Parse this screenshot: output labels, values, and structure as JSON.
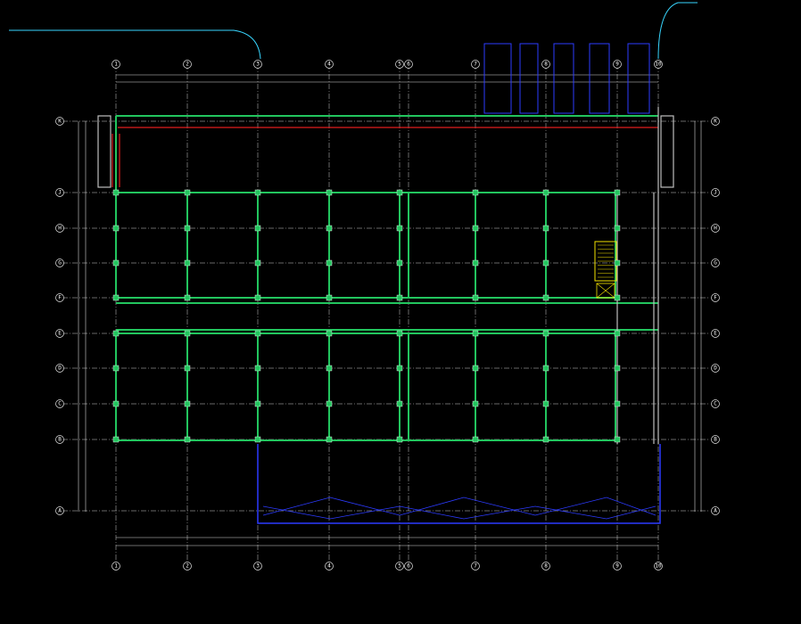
{
  "drawing": {
    "top_note": "",
    "title_block_line1": "",
    "title_block_line2": ""
  },
  "grid": {
    "columns": [
      "1",
      "2",
      "3",
      "4",
      "5",
      "6",
      "7",
      "8",
      "9",
      "10"
    ],
    "rows": [
      "K",
      "J",
      "H",
      "G",
      "F",
      "E",
      "D",
      "C",
      "B",
      "A"
    ]
  },
  "colors": {
    "background": "#000000",
    "wall_green": "#22c55e",
    "wall_red": "#e11d1d",
    "blue_line": "#2c3bff",
    "grid_line": "#e5e5e5",
    "label_magenta": "#ff3fd0",
    "annotation_cyan": "#38d6ff",
    "stair_yellow": "#f5e400"
  },
  "rooms": [
    {
      "id": "upper-1",
      "lines": [
        "",
        "",
        ""
      ]
    },
    {
      "id": "upper-2",
      "lines": [
        "",
        "",
        ""
      ]
    },
    {
      "id": "upper-3",
      "lines": [
        "",
        "",
        ""
      ]
    },
    {
      "id": "upper-4",
      "lines": [
        "",
        "",
        ""
      ]
    },
    {
      "id": "upper-5",
      "lines": [
        "",
        "",
        ""
      ]
    },
    {
      "id": "upper-6",
      "lines": [
        "",
        "",
        ""
      ]
    },
    {
      "id": "upper-7",
      "lines": [
        "",
        "",
        ""
      ]
    },
    {
      "id": "lower-1",
      "lines": [
        "",
        "",
        ""
      ]
    },
    {
      "id": "lower-2",
      "lines": [
        "",
        "",
        ""
      ]
    },
    {
      "id": "lower-3",
      "lines": [
        "",
        "",
        ""
      ]
    },
    {
      "id": "lower-4",
      "lines": [
        "",
        "",
        ""
      ]
    },
    {
      "id": "lower-5",
      "lines": [
        "",
        "",
        ""
      ]
    },
    {
      "id": "lower-6",
      "lines": [
        "",
        "",
        ""
      ]
    },
    {
      "id": "lower-7",
      "lines": [
        "",
        "",
        ""
      ]
    }
  ]
}
